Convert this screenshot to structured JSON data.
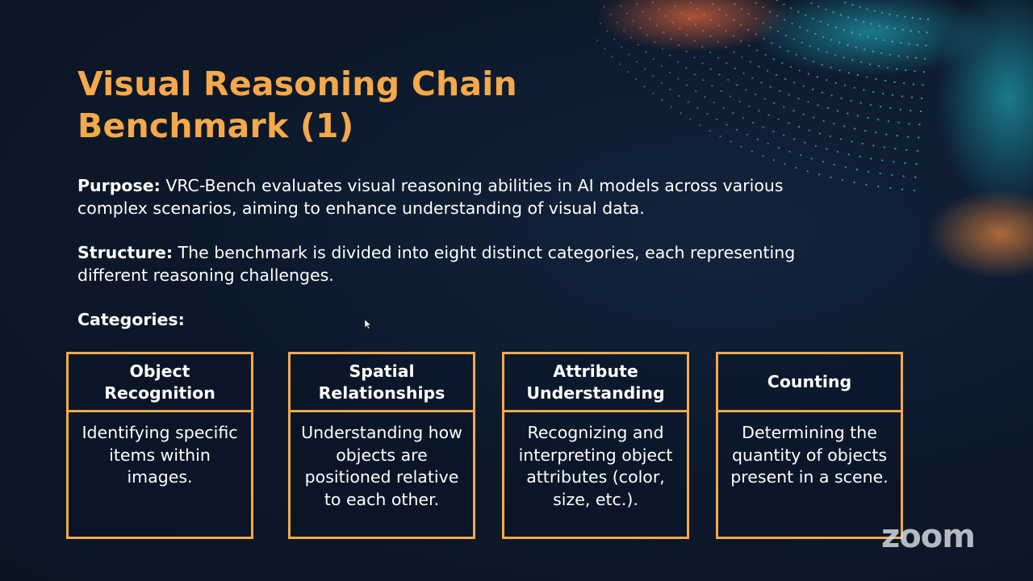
{
  "slide": {
    "title": "Visual Reasoning Chain Benchmark (1)",
    "purpose": {
      "label": "Purpose:",
      "text": " VRC-Bench evaluates visual reasoning abilities in AI models across various complex scenarios, aiming to enhance understanding of visual data."
    },
    "structure": {
      "label": "Structure:",
      "text": " The benchmark is divided into eight distinct categories, each representing different reasoning challenges."
    },
    "categories_heading": "Categories:",
    "categories": [
      {
        "title": "Object Recognition",
        "description": "Identifying specific items within images."
      },
      {
        "title": "Spatial Relationships",
        "description": "Understanding how objects are positioned relative to each other."
      },
      {
        "title": "Attribute Understanding",
        "description": "Recognizing and interpreting object attributes (color, size, etc.)."
      },
      {
        "title": "Counting",
        "description": "Determining the quantity of objects present in a scene."
      }
    ]
  },
  "overlay": {
    "logo_text": "zoom"
  },
  "colors": {
    "accent": "#f5a94a",
    "background": "#0d1a2e",
    "text": "#ffffff"
  }
}
